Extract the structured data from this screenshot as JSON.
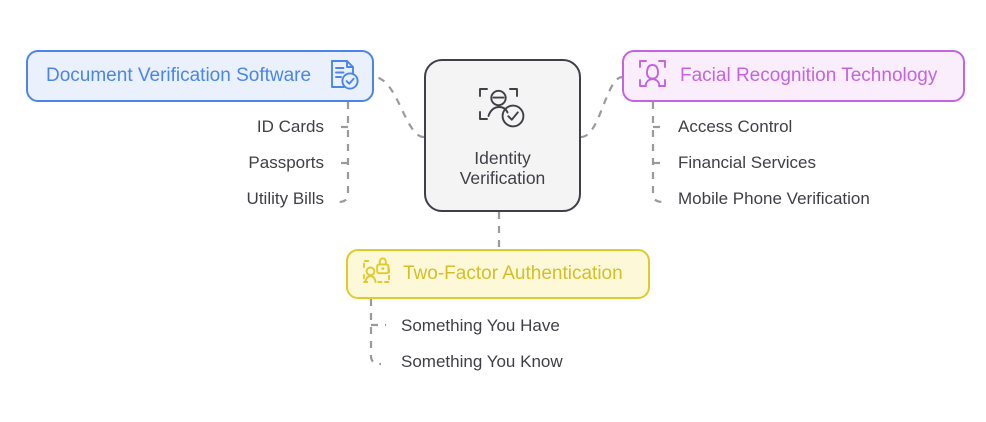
{
  "diagram": {
    "type": "mindmap",
    "title": "Identity Verification",
    "root": {
      "label_line1": "Identity",
      "label_line2": "Verification",
      "icon": "person-scan-check-icon",
      "border_color": "#3f3f46",
      "fill_color": "#f4f4f5",
      "text_color": "#3f3f46"
    },
    "branches": [
      {
        "id": "document-verification-software",
        "label": "Document Verification Software",
        "icon": "document-check-icon",
        "icon_side": "right",
        "position": "left",
        "border_color": "#4a86e8",
        "fill_color": "#eaf1fd",
        "text_color": "#4a86e8",
        "leaves": [
          "ID Cards",
          "Passports",
          "Utility Bills"
        ]
      },
      {
        "id": "facial-recognition-technology",
        "label": "Facial Recognition Technology",
        "icon": "face-scan-icon",
        "icon_side": "left",
        "position": "right",
        "border_color": "#c464e0",
        "fill_color": "#faeefd",
        "text_color": "#c464e0",
        "leaves": [
          "Access Control",
          "Financial Services",
          "Mobile Phone Verification"
        ]
      },
      {
        "id": "two-factor-authentication",
        "label": "Two-Factor Authentication",
        "icon": "person-lock-icon",
        "icon_side": "left",
        "position": "bottom",
        "border_color": "#e0cb2c",
        "fill_color": "#fcf8d8",
        "text_color": "#d4bf26",
        "leaves": [
          "Something You Have",
          "Something You Know"
        ]
      }
    ],
    "connector_color": "#9a9a9e",
    "connector_style": "dashed",
    "background_color": "#ffffff"
  }
}
